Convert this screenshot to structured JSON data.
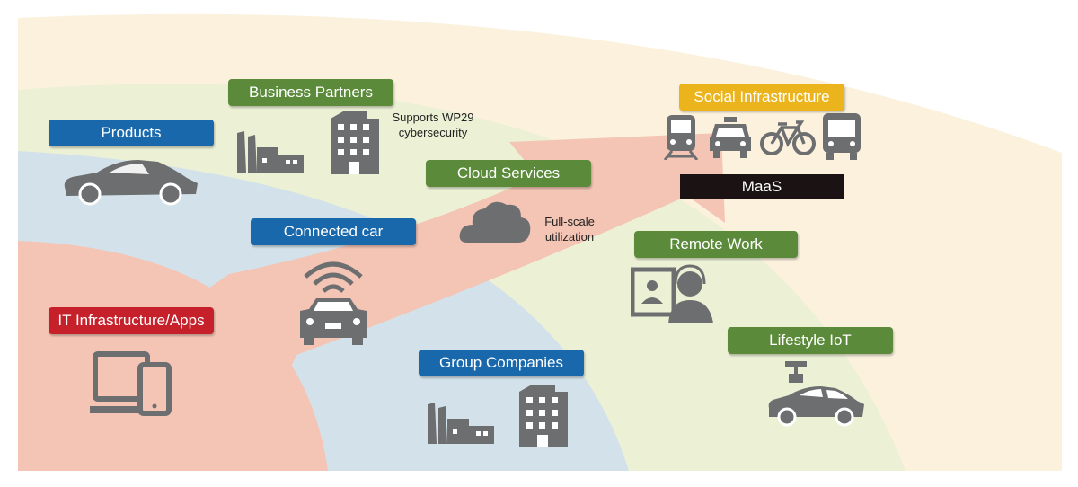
{
  "colors": {
    "outer_band": "#fbf1dd",
    "green_band": "#ecf0d4",
    "blue_band": "#d3e2ea",
    "salmon": "#f4c4b4",
    "icon_gray": "#6d6e70",
    "tag_blue": "#1968ac",
    "tag_green": "#5b8a3a",
    "tag_red": "#c6212b",
    "tag_yellow": "#ebb41c",
    "tag_black": "#1b1313"
  },
  "labels": {
    "products": "Products",
    "business_partners": "Business Partners",
    "social_infrastructure": "Social Infrastructure",
    "cloud_services": "Cloud Services",
    "maas": "MaaS",
    "connected_car": "Connected car",
    "remote_work": "Remote Work",
    "it_infrastructure": "IT Infrastructure/Apps",
    "lifestyle_iot": "Lifestyle IoT",
    "group_companies": "Group Companies"
  },
  "notes": {
    "wp29_line1": "Supports WP29",
    "wp29_line2": "cybersecurity",
    "fullscale_line1": "Full-scale",
    "fullscale_line2": "utilization"
  },
  "icons": [
    "sports-car-icon",
    "factory-icon",
    "office-building-icon",
    "train-icon",
    "taxi-icon",
    "bicycle-icon",
    "bus-icon",
    "cloud-icon",
    "connected-car-icon",
    "remote-worker-icon",
    "devices-icon",
    "lifestyle-iot-car-icon"
  ]
}
